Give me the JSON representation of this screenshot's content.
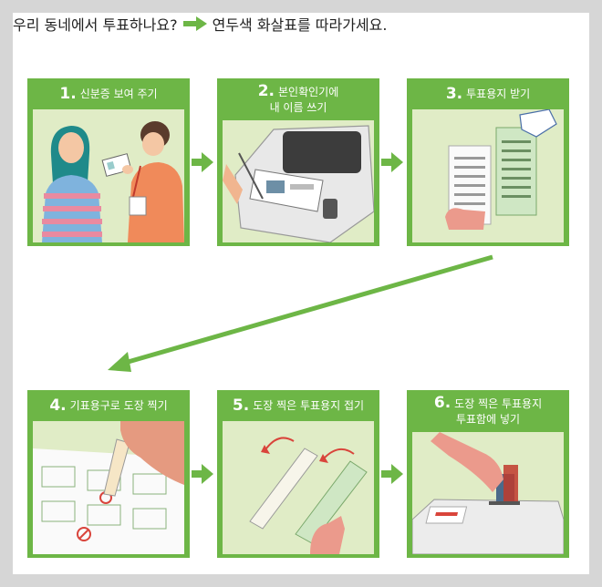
{
  "header": {
    "question": "우리 동네에서 투표하나요?",
    "answer": "연두색 화살표를 따라가세요."
  },
  "steps": [
    {
      "number": "1.",
      "label": "신분증 보여 주기"
    },
    {
      "number": "2.",
      "label_line1": "본인확인기에",
      "label_line2": "내 이름 쓰기"
    },
    {
      "number": "3.",
      "label": "투표용지 받기"
    },
    {
      "number": "4.",
      "label": "기표용구로 도장 찍기"
    },
    {
      "number": "5.",
      "label": "도장 찍은 투표용지 접기"
    },
    {
      "number": "6.",
      "label_line1": "도장 찍은 투표용지",
      "label_line2": "투표함에 넣기"
    }
  ],
  "colors": {
    "accent": "#6db646",
    "panel": "#e0ecc6"
  }
}
